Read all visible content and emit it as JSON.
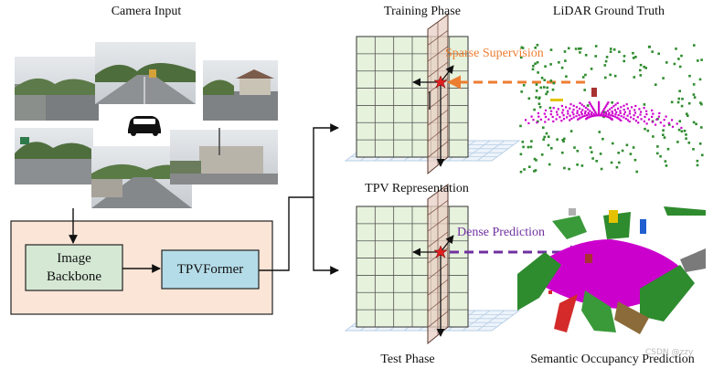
{
  "headings": {
    "camera_input": "Camera Input",
    "training_phase": "Training Phase",
    "lidar_ground_truth": "LiDAR Ground Truth",
    "tpv_representation": "TPV Representation",
    "test_phase": "Test Phase",
    "semantic_occupancy_prediction": "Semantic Occupancy Prediction"
  },
  "blocks": {
    "image_backbone": "Image\nBackbone",
    "tpvformer": "TPVFormer"
  },
  "annotations": {
    "sparse_supervision": "Sparse Supervision",
    "dense_prediction": "Dense Prediction"
  },
  "watermark": "CSDN @zzy",
  "colors": {
    "pipeline_box_fill": "#fbe5d6",
    "backbone_fill": "#d5e8d4",
    "tpvformer_fill": "#b4dce8",
    "sparse_arrow": "#ed7d31",
    "dense_arrow": "#7030a0",
    "grid_fill": "#e6f2dc",
    "grid_plane_fill": "#e8cfc4",
    "ground_grid": "#b9cfe6",
    "lidar_magenta": "#cc00cc",
    "lidar_green": "#2e8b2e",
    "marker_red": "#e02020"
  },
  "icons": [
    "car-icon",
    "star-marker-icon"
  ]
}
